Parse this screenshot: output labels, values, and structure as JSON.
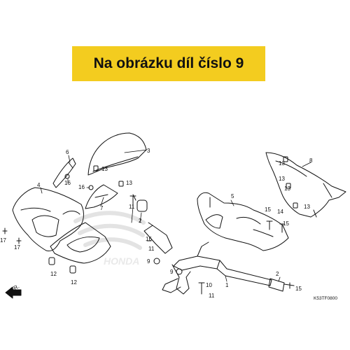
{
  "banner": {
    "text": "Na obrázku díl číslo 9",
    "color": "#f3cc1f"
  },
  "watermark": {
    "text": "HONDA"
  },
  "direction": {
    "text": "FR."
  },
  "code": {
    "text": "K53TF0800"
  },
  "callouts": {
    "c1": "1",
    "c2": "2",
    "c3": "3",
    "c4": "4",
    "c5": "5",
    "c6": "6",
    "c7": "7",
    "c8": "8",
    "c9": "9",
    "c10": "10",
    "c11": "11",
    "c12": "12",
    "c13": "13",
    "c14": "14",
    "c15": "15",
    "c16": "16",
    "c17": "17"
  }
}
